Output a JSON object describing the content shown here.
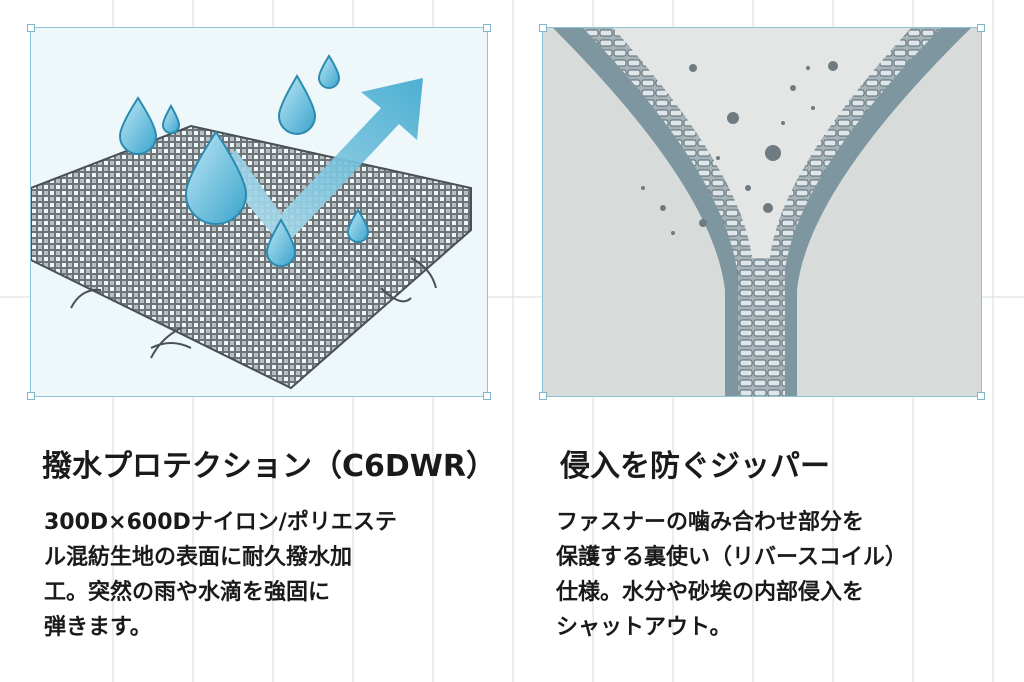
{
  "features": [
    {
      "title": "撥水プロテクション（C6DWR）",
      "description": "300D×600Dナイロン/ポリエステ\nル混紡生地の表面に耐久撥水加\n工。突然の雨や水滴を強固に\n弾きます。",
      "illustration_icon": "water-repellent-fabric-icon"
    },
    {
      "title": "侵入を防ぐジッパー",
      "description": "ファスナーの噛み合わせ部分を\n保護する裏使い（リバースコイル）\n仕様。水分や砂埃の内部侵入を\nシャットアウト。",
      "illustration_icon": "reverse-coil-zipper-icon"
    }
  ],
  "colors": {
    "accent": "#4fb3d9",
    "panel_left_bg": "#eef7f9",
    "panel_right_bg": "#e9eceb",
    "guide_line": "#c9d3d9",
    "text": "#1a1a1a"
  }
}
